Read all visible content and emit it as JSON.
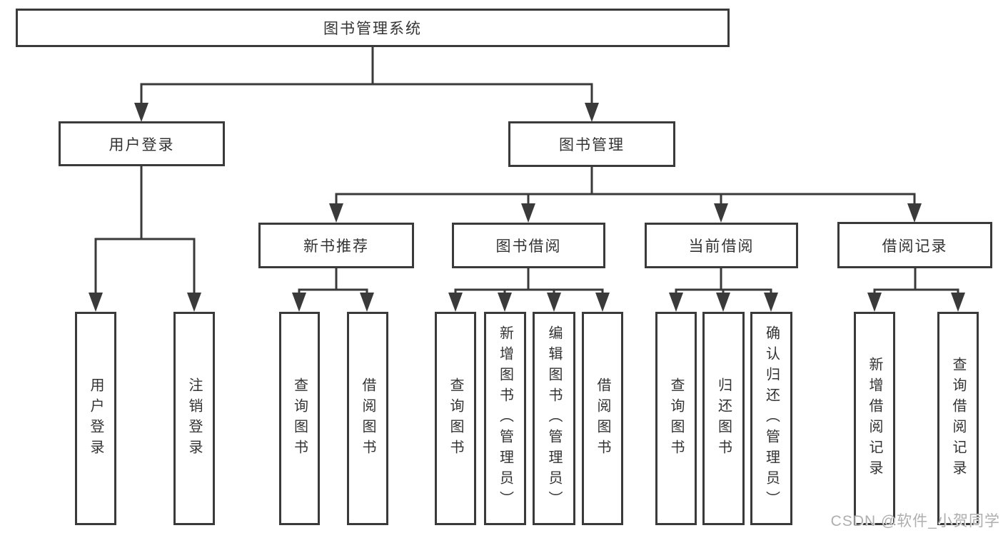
{
  "diagram": {
    "type": "hierarchy",
    "tree": {
      "label": "图书管理系统",
      "children": [
        {
          "label": "用户登录",
          "children": [
            {
              "label": "用户登录"
            },
            {
              "label": "注销登录"
            }
          ]
        },
        {
          "label": "图书管理",
          "children": [
            {
              "label": "新书推荐",
              "children": [
                {
                  "label": "查询图书"
                },
                {
                  "label": "借阅图书"
                }
              ]
            },
            {
              "label": "图书借阅",
              "children": [
                {
                  "label": "查询图书"
                },
                {
                  "label": "新增图书（管理员）"
                },
                {
                  "label": "编辑图书（管理员）"
                },
                {
                  "label": "借阅图书"
                }
              ]
            },
            {
              "label": "当前借阅",
              "children": [
                {
                  "label": "查询图书"
                },
                {
                  "label": "归还图书"
                },
                {
                  "label": "确认归还（管理员）"
                }
              ]
            },
            {
              "label": "借阅记录",
              "children": [
                {
                  "label": "新增借阅记录"
                },
                {
                  "label": "查询借阅记录"
                }
              ]
            }
          ]
        }
      ]
    }
  },
  "watermark": {
    "text": "CSDN @软件_小贺同学"
  },
  "colors": {
    "line": "#3a3a3a",
    "node_border": "#3a3a3a",
    "text": "#333333",
    "background": "#ffffff",
    "watermark": "#aeaeae"
  }
}
